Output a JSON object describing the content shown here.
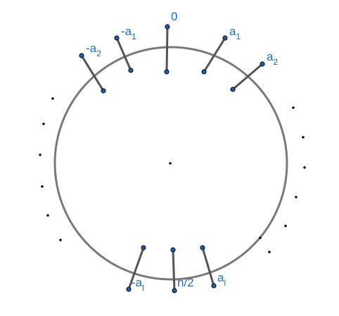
{
  "diagram": {
    "colors": {
      "circle": "#7a7a7a",
      "segment": "#555555",
      "point_fill": "#1f5fa8",
      "point_stroke": "#0d1b2a",
      "label": "#1f6fc0",
      "dots": "#111111"
    },
    "labels": {
      "zero": "0",
      "a1": {
        "base": "a",
        "sub": "1"
      },
      "a2": {
        "base": "a",
        "sub": "2"
      },
      "neg_a1": {
        "base": "-a",
        "sub": "1"
      },
      "neg_a2": {
        "base": "-a",
        "sub": "2"
      },
      "al": {
        "base": "a",
        "sub": "l"
      },
      "neg_al": {
        "base": "-a",
        "sub": "l"
      },
      "half": "n/2"
    }
  }
}
